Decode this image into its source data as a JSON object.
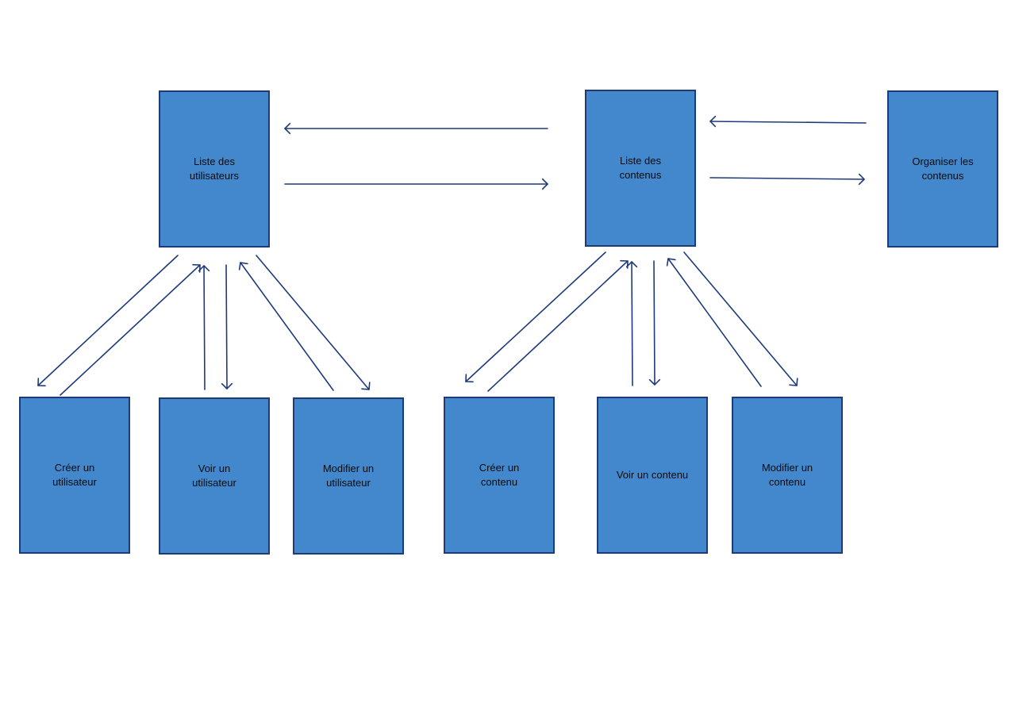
{
  "colors": {
    "node_fill": "#4388cc",
    "node_border": "#1f3a7a",
    "arrow": "#1f3a7a",
    "text": "#0b0b0b",
    "background": "#ffffff"
  },
  "nodes": {
    "liste_utilisateurs": "Liste des\nutilisateurs",
    "liste_contenus": "Liste des\ncontenus",
    "organiser_contenus": "Organiser les\ncontenus",
    "creer_utilisateur": "Créer un\nutilisateur",
    "voir_utilisateur": "Voir un\nutilisateur",
    "modifier_utilisateur": "Modifier un\nutilisateur",
    "creer_contenu": "Créer un\ncontenu",
    "voir_contenu": "Voir un contenu",
    "modifier_contenu": "Modifier un\ncontenu"
  },
  "edges": [
    {
      "from": "liste_contenus",
      "to": "liste_utilisateurs"
    },
    {
      "from": "liste_utilisateurs",
      "to": "liste_contenus"
    },
    {
      "from": "organiser_contenus",
      "to": "liste_contenus"
    },
    {
      "from": "liste_contenus",
      "to": "organiser_contenus"
    },
    {
      "from": "liste_utilisateurs",
      "to": "creer_utilisateur"
    },
    {
      "from": "creer_utilisateur",
      "to": "liste_utilisateurs"
    },
    {
      "from": "voir_utilisateur",
      "to": "liste_utilisateurs"
    },
    {
      "from": "liste_utilisateurs",
      "to": "voir_utilisateur"
    },
    {
      "from": "modifier_utilisateur",
      "to": "liste_utilisateurs"
    },
    {
      "from": "liste_utilisateurs",
      "to": "modifier_utilisateur"
    },
    {
      "from": "liste_contenus",
      "to": "creer_contenu"
    },
    {
      "from": "creer_contenu",
      "to": "liste_contenus"
    },
    {
      "from": "voir_contenu",
      "to": "liste_contenus"
    },
    {
      "from": "liste_contenus",
      "to": "voir_contenu"
    },
    {
      "from": "modifier_contenu",
      "to": "liste_contenus"
    },
    {
      "from": "liste_contenus",
      "to": "modifier_contenu"
    }
  ]
}
